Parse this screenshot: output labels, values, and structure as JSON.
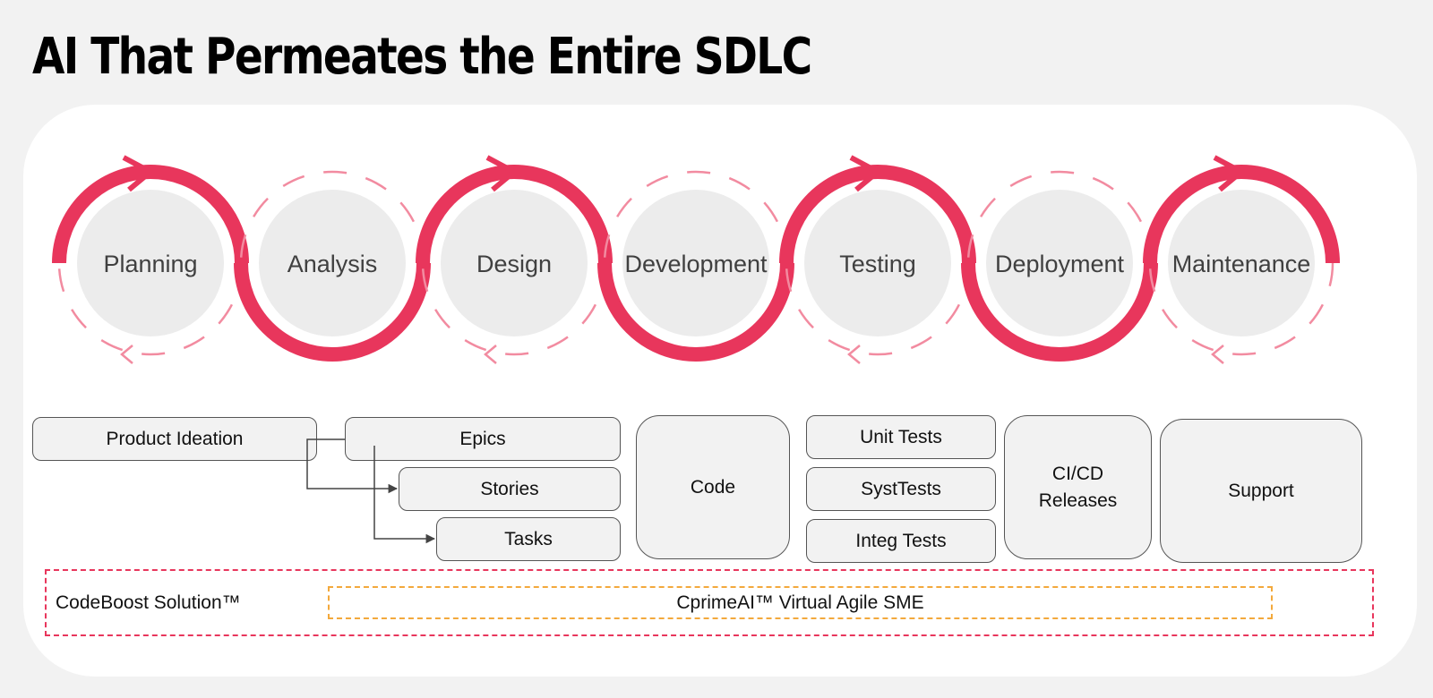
{
  "title": "AI That Permeates the Entire SDLC",
  "phases": [
    "Planning",
    "Analysis",
    "Design",
    "Development",
    "Testing",
    "Deployment",
    "Maintenance"
  ],
  "tasks": {
    "product_ideation": "Product Ideation",
    "epics": "Epics",
    "stories": "Stories",
    "tasks": "Tasks",
    "code": "Code",
    "unit_tests": "Unit Tests",
    "syst_tests": "SystTests",
    "integ_tests": "Integ Tests",
    "cicd_line1": "CI/CD",
    "cicd_line2": "Releases",
    "support": "Support"
  },
  "solutions": {
    "codeboost": "CodeBoost Solution™",
    "cprime": "CprimeAI™ Virtual Agile SME"
  },
  "colors": {
    "accent": "#e8365c",
    "accent_light": "#f28ba0",
    "cprime_border": "#f3a93c",
    "circle_fill": "#ececec"
  }
}
